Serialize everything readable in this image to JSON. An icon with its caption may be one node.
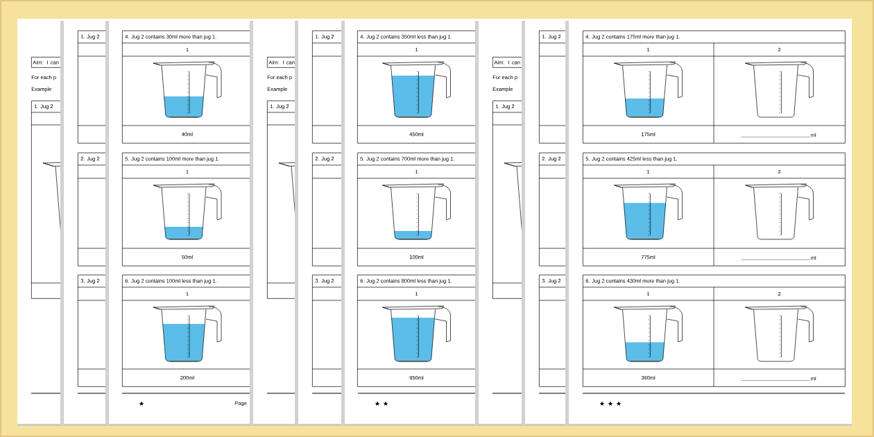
{
  "diagram": {
    "nodes": [
      {
        "text": [
          "Aim: I can"
        ]
      },
      {
        "text": [
          "1. Jug 2"
        ]
      },
      {
        "text": [
          "1. Jug 2"
        ]
      },
      {
        "text": [
          "2. Jug 2"
        ]
      },
      {
        "text": [
          "3. Jug 2"
        ]
      },
      {
        "text": [
          "4. Jug 2 contains 30ml more than jug 1.",
          "1",
          "40ml"
        ]
      },
      {
        "text": [
          "5. Jug 2 contains 100ml more than jug 1.",
          "1",
          "50ml"
        ]
      },
      {
        "text": [
          "6. Jug 2 contains 100ml less than jug 1.",
          "1",
          "200ml"
        ]
      },
      {
        "text": [
          "Aim: I can"
        ]
      },
      {
        "text": [
          "1. Jug 2"
        ]
      },
      {
        "text": [
          "1. Jug 2"
        ]
      },
      {
        "text": [
          "2. Jug 2"
        ]
      },
      {
        "text": [
          "3. Jug 2"
        ]
      },
      {
        "text": [
          "4. Jug 2 contains 350ml less than jug 1.",
          "1",
          "450ml"
        ]
      },
      {
        "text": [
          "5. Jug 2 contains 700ml more than jug 1.",
          "1",
          "100ml"
        ]
      },
      {
        "text": [
          "6. Jug 2 contains 800ml less than jug 1.",
          "1",
          "950ml"
        ]
      },
      {
        "text": [
          "Aim: I can"
        ]
      },
      {
        "text": [
          "1. Jug 2"
        ]
      },
      {
        "text": [
          "1. Jug 2"
        ]
      },
      {
        "text": [
          "2. Jug 2"
        ]
      },
      {
        "text": [
          "3. Jug 2"
        ]
      },
      {
        "text": [
          "4. Jug 2 contains 175ml more than jug 1.",
          "1",
          "2",
          "175ml",
          "ml"
        ]
      },
      {
        "text": [
          "5. Jug 2 contains 425ml less than jug 1.",
          "1",
          "2",
          "775ml",
          "ml"
        ]
      },
      {
        "text": [
          "6. Jug 2 contains 430ml more than jug 1.",
          "1",
          "2",
          "360ml",
          "ml"
        ]
      }
    ],
    "labels": [
      "For each p",
      "Example",
      "Page",
      "For each p",
      "Example",
      "For each p",
      "Example"
    ]
  }
}
